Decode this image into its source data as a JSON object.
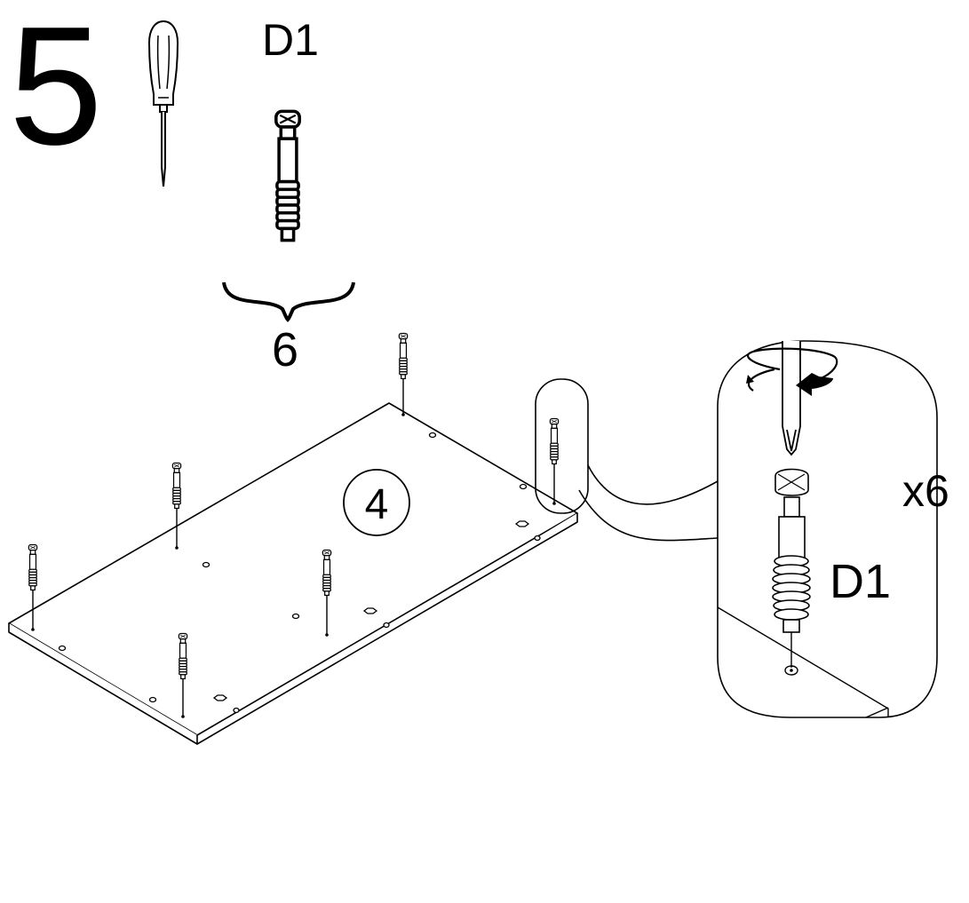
{
  "step_number": "5",
  "tool_icon": "screwdriver-icon",
  "fitting": {
    "code": "D1",
    "icon": "cam-bolt-icon",
    "quantity": "6"
  },
  "panel_label": "4",
  "detail": {
    "multiplier": "x6",
    "part_code": "D1",
    "rotation_icon": "rotate-arrow-icon"
  },
  "colors": {
    "ink": "#000000",
    "paper": "#ffffff"
  }
}
